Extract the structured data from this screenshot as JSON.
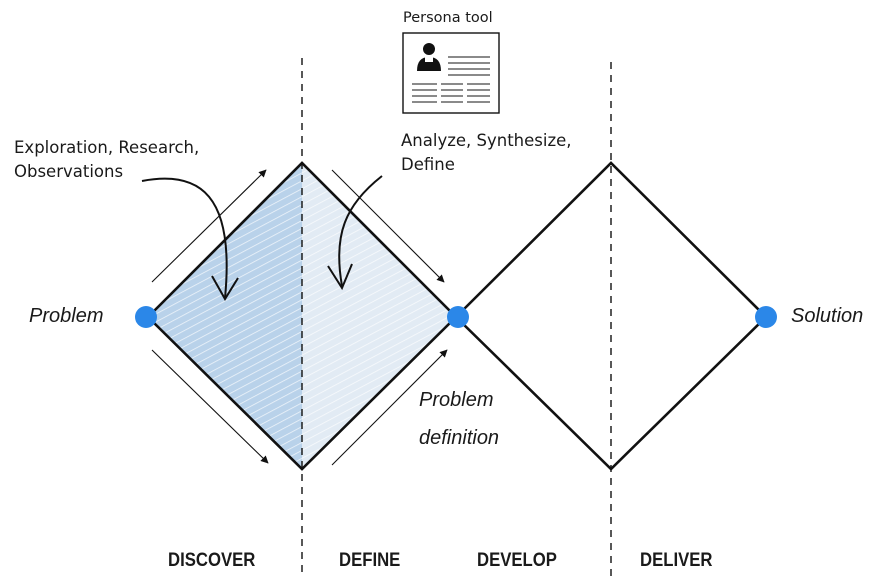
{
  "persona_tool": {
    "title": "Persona tool"
  },
  "annotations": {
    "exploration_line1": "Exploration, Research,",
    "exploration_line2": "Observations",
    "analyze_line1": "Analyze, Synthesize,",
    "analyze_line2": "Define",
    "problem_definition_line1": "Problem",
    "problem_definition_line2": "definition"
  },
  "endpoints": {
    "start": "Problem",
    "end": "Solution"
  },
  "phases": [
    "DISCOVER",
    "DEFINE",
    "DEVELOP",
    "DELIVER"
  ],
  "colors": {
    "node": "#2b87e8",
    "discover_fill": "#b9d2ea",
    "define_fill": "#e2ebf4",
    "line": "#111111"
  }
}
